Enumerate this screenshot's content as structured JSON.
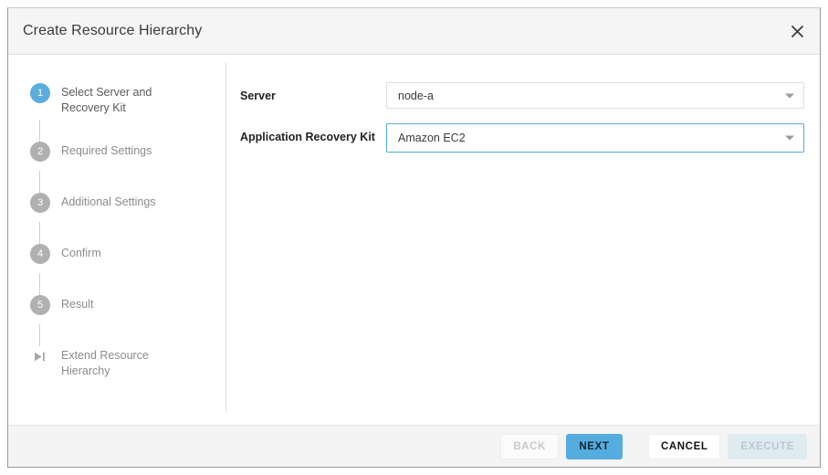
{
  "dialog": {
    "title": "Create Resource Hierarchy",
    "close_icon": "close-icon"
  },
  "stepper": {
    "steps": [
      {
        "number": "1",
        "label": "Select Server and Recovery Kit",
        "state": "active"
      },
      {
        "number": "2",
        "label": "Required Settings",
        "state": "inactive"
      },
      {
        "number": "3",
        "label": "Additional Settings",
        "state": "inactive"
      },
      {
        "number": "4",
        "label": "Confirm",
        "state": "inactive"
      },
      {
        "number": "5",
        "label": "Result",
        "state": "inactive"
      }
    ],
    "final": {
      "icon": "skip-forward-icon",
      "label": "Extend Resource Hierarchy"
    }
  },
  "form": {
    "fields": [
      {
        "label": "Server",
        "value": "node-a",
        "focused": false
      },
      {
        "label": "Application Recovery Kit",
        "value": "Amazon EC2",
        "focused": true
      }
    ]
  },
  "footer": {
    "back_label": "BACK",
    "next_label": "NEXT",
    "cancel_label": "CANCEL",
    "execute_label": "EXECUTE"
  },
  "colors": {
    "accent": "#55acdf",
    "step_active": "#5badde",
    "step_inactive": "#b0b0b0",
    "header_bg": "#f5f5f5",
    "footer_bg": "#f4f4f4",
    "execute_disabled_bg": "#dfeaf1"
  }
}
